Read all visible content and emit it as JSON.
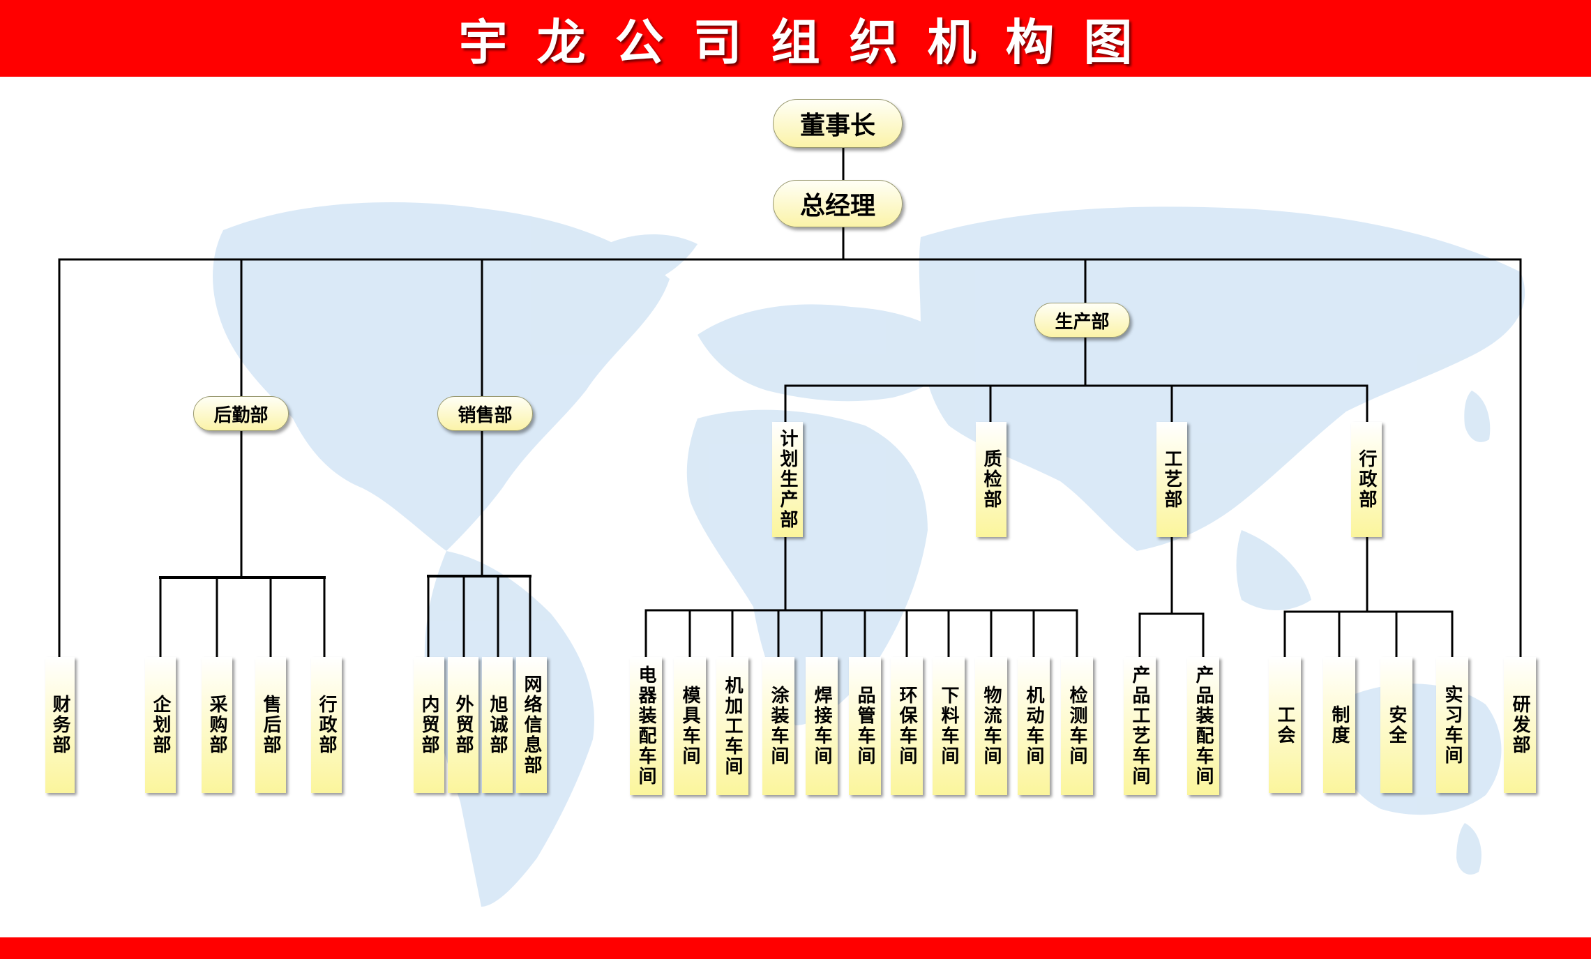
{
  "title": "宇龙公司组织机构图",
  "colors": {
    "banner": "#ff0000",
    "box_fill": "#fbf59c",
    "map": "#d4e6f5",
    "line": "#000000"
  },
  "nodes": {
    "chairman": "董事长",
    "gm": "总经理",
    "logistics": "后勤部",
    "sales": "销售部",
    "production": "生产部",
    "planning": "计划生产部",
    "quality": "质检部",
    "process": "工艺部",
    "prod_admin": "行政部",
    "finance": "财务部",
    "planning_dept": "企划部",
    "purchasing": "采购部",
    "aftersales": "售后部",
    "admin": "行政部",
    "domestic_trade": "内贸部",
    "foreign_trade": "外贸部",
    "xucheng": "旭诚部",
    "online_info": "网络信息部",
    "electrical_assembly": "电器装配车间",
    "mold": "模具车间",
    "machining": "机加工车间",
    "painting": "涂装车间",
    "welding": "焊接车间",
    "qc_workshop": "品管车间",
    "eco": "环保车间",
    "cutting": "下料车间",
    "logistics_ws": "物流车间",
    "mobile": "机动车间",
    "testing": "检测车间",
    "product_process": "产品工艺车间",
    "product_assembly": "产品装配车间",
    "union": "工会",
    "system": "制度",
    "safety": "安全",
    "intern": "实习车间",
    "rnd": "研发部"
  }
}
